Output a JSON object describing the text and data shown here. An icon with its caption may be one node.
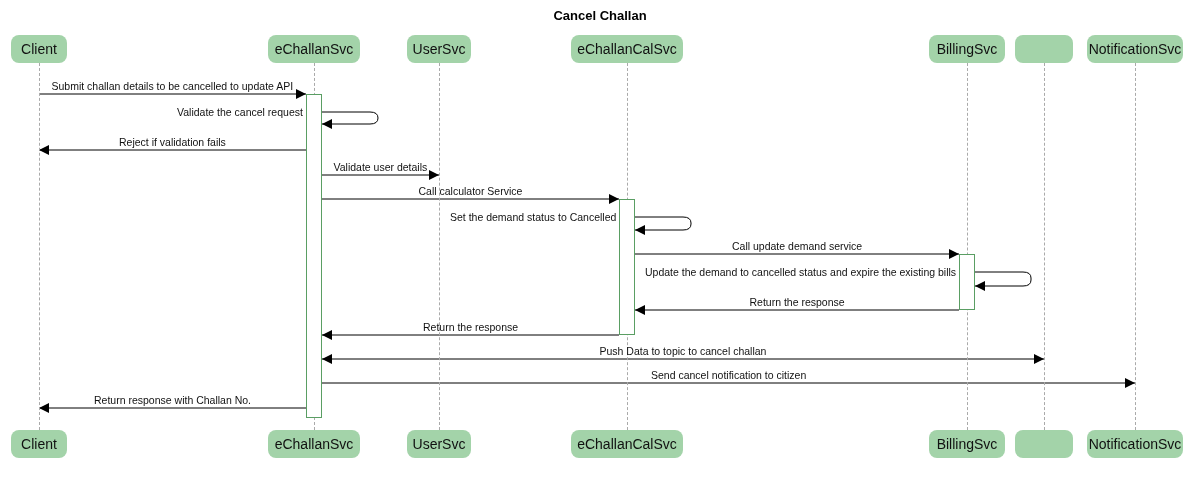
{
  "diagram": {
    "title": "Cancel Challan",
    "nodes": [
      {
        "text": [
          "Client"
        ]
      },
      {
        "text": [
          "eChallanSvc"
        ]
      },
      {
        "text": [
          "UserSvc"
        ]
      },
      {
        "text": [
          "eChallanCalSvc"
        ]
      },
      {
        "text": [
          "BillingSvc"
        ]
      },
      {
        "text": [],
        "shape": "box"
      },
      {
        "text": [
          "NotificationSvc"
        ]
      },
      {
        "text": [],
        "shape": "line"
      },
      {
        "text": [],
        "shape": "line"
      },
      {
        "text": [],
        "shape": "line"
      },
      {
        "text": [],
        "shape": "line"
      },
      {
        "text": [],
        "shape": "line"
      },
      {
        "text": [],
        "shape": "line"
      },
      {
        "text": [],
        "shape": "line"
      },
      {
        "text": [],
        "shape": "bar"
      },
      {
        "text": [],
        "shape": "bar"
      },
      {
        "text": [],
        "shape": "bar"
      },
      {
        "text": [
          "Client"
        ]
      },
      {
        "text": [
          "eChallanSvc"
        ]
      },
      {
        "text": [
          "UserSvc"
        ]
      },
      {
        "text": [
          "eChallanCalSvc"
        ]
      },
      {
        "text": [
          "BillingSvc"
        ]
      },
      {
        "text": [],
        "shape": "box"
      },
      {
        "text": [
          "NotificationSvc"
        ]
      }
    ],
    "edges": [
      {
        "from": 7,
        "to": 14,
        "arrow": "to",
        "label": "Submit challan details to be cancelled to update API"
      },
      {
        "from": 14,
        "to": 14,
        "arrow": "to",
        "label": "Validate the cancel request"
      },
      {
        "from": 14,
        "to": 7,
        "arrow": "to",
        "label": "Reject if validation fails"
      },
      {
        "from": 14,
        "to": 9,
        "arrow": "to",
        "label": "Validate user details"
      },
      {
        "from": 14,
        "to": 15,
        "arrow": "to",
        "label": "Call calculator Service"
      },
      {
        "from": 15,
        "to": 15,
        "arrow": "to",
        "label": "Set the demand status to Cancelled"
      },
      {
        "from": 15,
        "to": 16,
        "arrow": "to",
        "label": "Call update demand service"
      },
      {
        "from": 16,
        "to": 16,
        "arrow": "to",
        "label": "Update the demand to cancelled status and expire the existing bills"
      },
      {
        "from": 16,
        "to": 15,
        "arrow": "to",
        "label": "Return the response"
      },
      {
        "from": 15,
        "to": 14,
        "arrow": "to",
        "label": "Return the response"
      },
      {
        "from": 14,
        "to": 12,
        "arrow": "both",
        "label": "Push Data to topic to cancel challan"
      },
      {
        "from": 14,
        "to": 13,
        "arrow": "to",
        "label": "Send cancel notification to citizen"
      },
      {
        "from": 14,
        "to": 7,
        "arrow": "to",
        "label": "Return response with Challan No."
      }
    ]
  }
}
